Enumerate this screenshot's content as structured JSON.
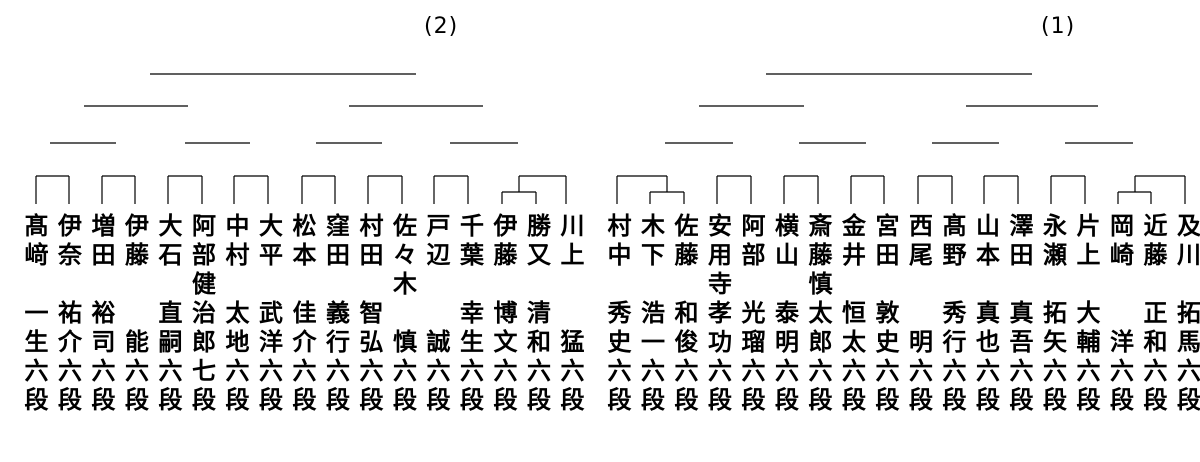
{
  "brackets": [
    {
      "label": "(2)",
      "players": [
        {
          "surname": "髙﨑",
          "given": "一生",
          "rank": "六段"
        },
        {
          "surname": "伊奈",
          "given": "祐介",
          "rank": "六段"
        },
        {
          "surname": "増田",
          "given": "裕司",
          "rank": "六段"
        },
        {
          "surname": "伊藤",
          "given": "能",
          "rank": "六段"
        },
        {
          "surname": "大石",
          "given": "直嗣",
          "rank": "六段"
        },
        {
          "surname": "阿部健",
          "given": "治郎",
          "rank": "七段"
        },
        {
          "surname": "中村",
          "given": "太地",
          "rank": "六段"
        },
        {
          "surname": "大平",
          "given": "武洋",
          "rank": "六段"
        },
        {
          "surname": "松本",
          "given": "佳介",
          "rank": "六段"
        },
        {
          "surname": "窪田",
          "given": "義行",
          "rank": "六段"
        },
        {
          "surname": "村田",
          "given": "智弘",
          "rank": "六段"
        },
        {
          "surname": "佐々木",
          "given": "慎",
          "rank": "六段"
        },
        {
          "surname": "戸辺",
          "given": "誠",
          "rank": "六段"
        },
        {
          "surname": "千葉",
          "given": "幸生",
          "rank": "六段"
        },
        {
          "surname": "伊藤",
          "given": "博文",
          "rank": "六段"
        },
        {
          "surname": "勝又",
          "given": "清和",
          "rank": "六段"
        },
        {
          "surname": "川上",
          "given": "猛",
          "rank": "六段"
        }
      ]
    },
    {
      "label": "(1)",
      "players": [
        {
          "surname": "村中",
          "given": "秀史",
          "rank": "六段"
        },
        {
          "surname": "木下",
          "given": "浩一",
          "rank": "六段"
        },
        {
          "surname": "佐藤",
          "given": "和俊",
          "rank": "六段"
        },
        {
          "surname": "安用寺",
          "given": "孝功",
          "rank": "六段"
        },
        {
          "surname": "阿部",
          "given": "光瑠",
          "rank": "六段"
        },
        {
          "surname": "横山",
          "given": "泰明",
          "rank": "六段"
        },
        {
          "surname": "斎藤慎",
          "given": "太郎",
          "rank": "六段"
        },
        {
          "surname": "金井",
          "given": "恒太",
          "rank": "六段"
        },
        {
          "surname": "宮田",
          "given": "敦史",
          "rank": "六段"
        },
        {
          "surname": "西尾",
          "given": "明",
          "rank": "六段"
        },
        {
          "surname": "髙野",
          "given": "秀行",
          "rank": "六段"
        },
        {
          "surname": "山本",
          "given": "真也",
          "rank": "六段"
        },
        {
          "surname": "澤田",
          "given": "真吾",
          "rank": "六段"
        },
        {
          "surname": "永瀬",
          "given": "拓矢",
          "rank": "六段"
        },
        {
          "surname": "片上",
          "given": "大輔",
          "rank": "六段"
        },
        {
          "surname": "岡崎",
          "given": "洋",
          "rank": "六段"
        },
        {
          "surname": "近藤",
          "given": "正和",
          "rank": "六段"
        },
        {
          "surname": "及川",
          "given": "拓馬",
          "rank": "六段"
        }
      ]
    }
  ]
}
